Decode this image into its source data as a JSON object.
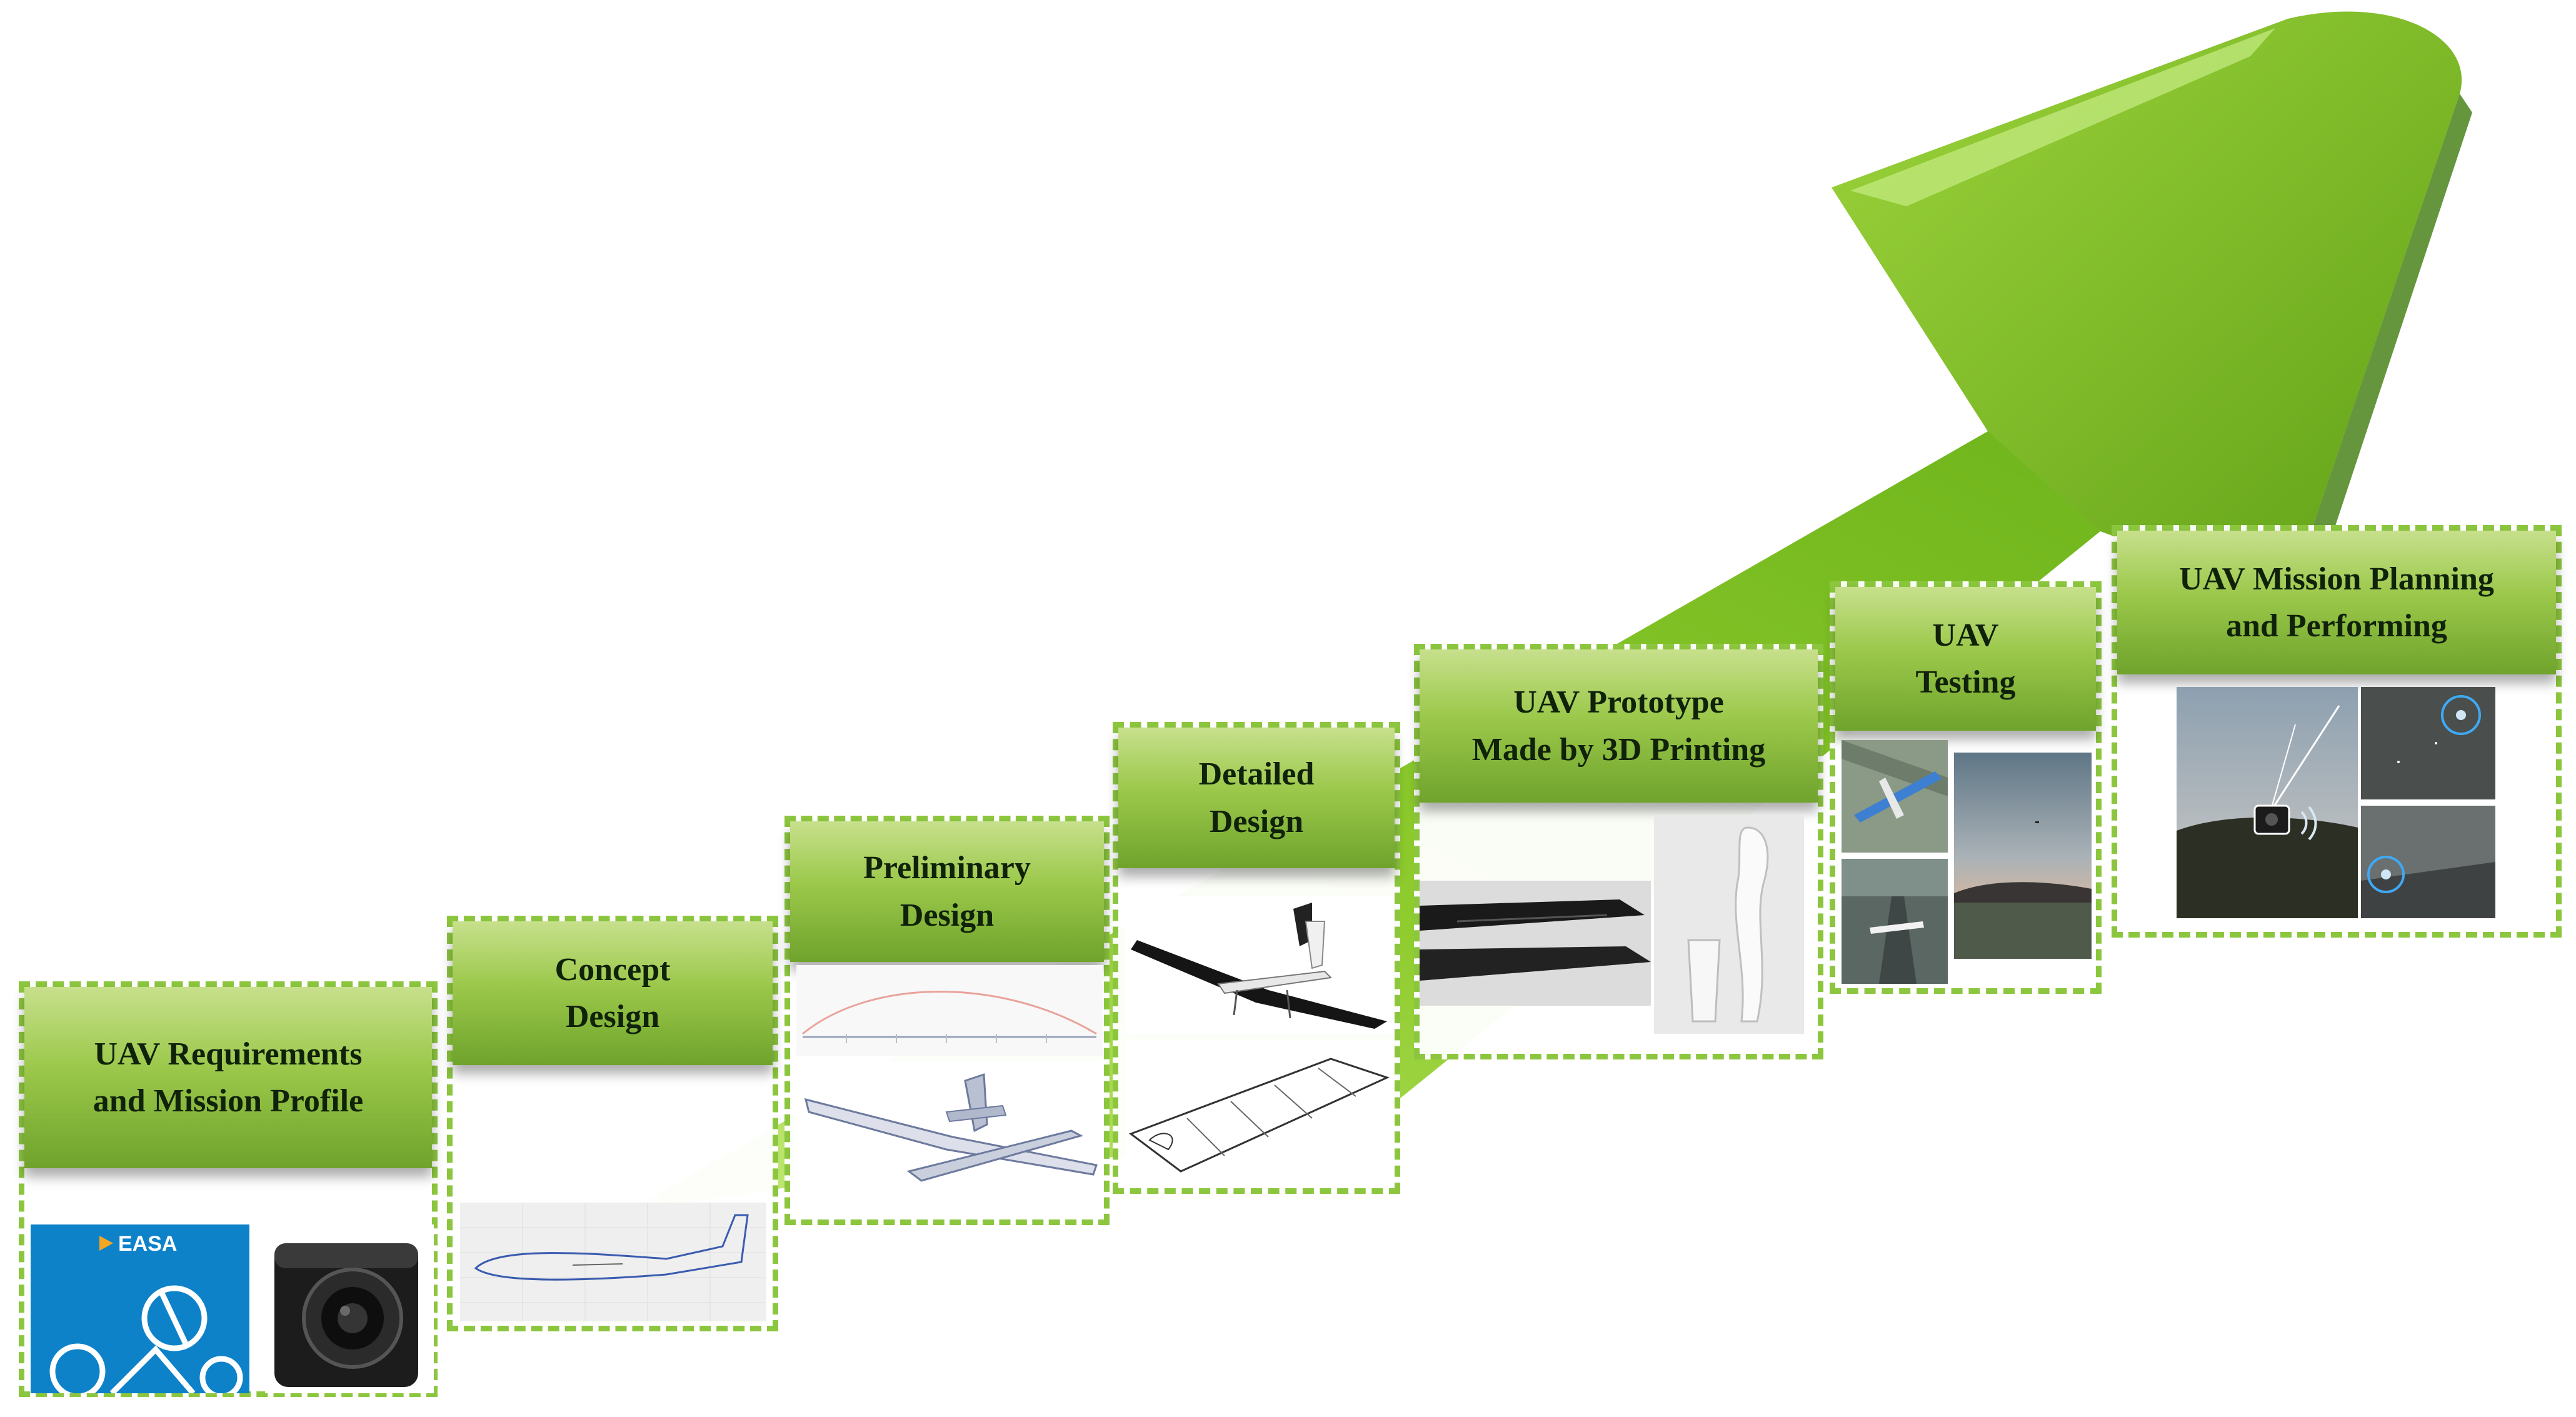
{
  "stages": [
    {
      "title_line1": "UAV Requirements",
      "title_line2": "and Mission Profile",
      "logo_text": "EASA"
    },
    {
      "title_line1": "Concept",
      "title_line2": "Design"
    },
    {
      "title_line1": "Preliminary",
      "title_line2": "Design"
    },
    {
      "title_line1": "Detailed",
      "title_line2": "Design"
    },
    {
      "title_line1": "UAV Prototype",
      "title_line2": "Made by 3D Printing"
    },
    {
      "title_line1": "UAV",
      "title_line2": "Testing"
    },
    {
      "title_line1": "UAV Mission Planning",
      "title_line2": "and Performing"
    }
  ],
  "colors": {
    "arrow_light": "#a6d845",
    "arrow_mid": "#7ec126",
    "arrow_dark": "#4f8f12",
    "dashed_border": "#8cc63f",
    "easa_blue": "#0d82c9"
  }
}
